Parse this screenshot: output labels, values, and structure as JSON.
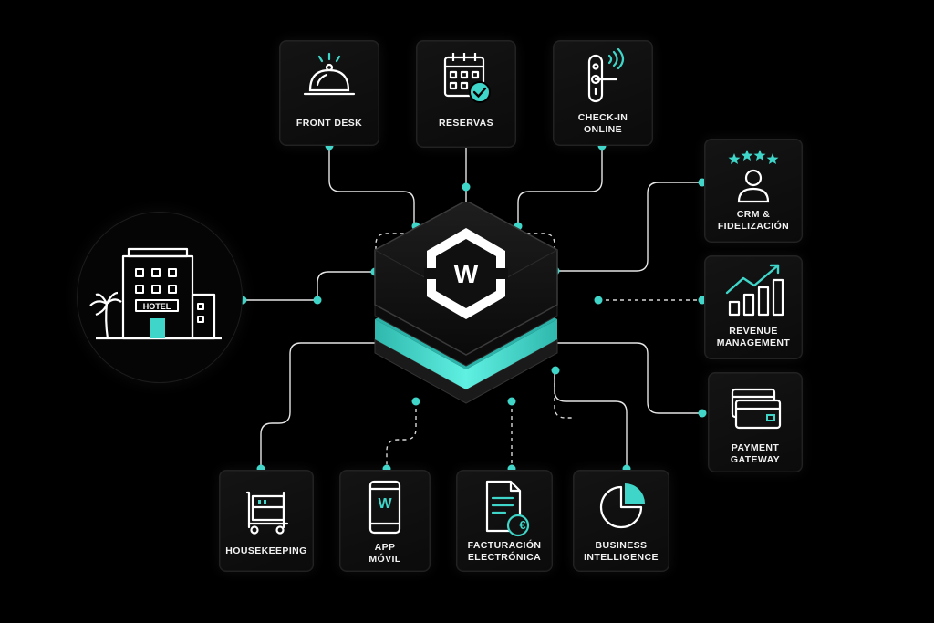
{
  "colors": {
    "accent": "#3fd6c9",
    "background": "#000000",
    "card": "#111111",
    "line": "#e6e6e6"
  },
  "hub": {
    "logo_letter": "W"
  },
  "hotel": {
    "sign": "HOTEL"
  },
  "modules": {
    "front_desk": {
      "lines": [
        "FRONT DESK"
      ],
      "icon": "service-bell-icon"
    },
    "reservas": {
      "lines": [
        "RESERVAS"
      ],
      "icon": "calendar-check-icon"
    },
    "checkin": {
      "lines": [
        "CHECK-IN",
        "ONLINE"
      ],
      "icon": "smart-lock-icon"
    },
    "crm": {
      "lines": [
        "CRM &",
        "FIDELIZACIÓN"
      ],
      "icon": "user-stars-icon"
    },
    "revenue": {
      "lines": [
        "REVENUE",
        "MANAGEMENT"
      ],
      "icon": "growth-chart-icon"
    },
    "payment": {
      "lines": [
        "PAYMENT",
        "GATEWAY"
      ],
      "icon": "credit-cards-icon"
    },
    "housekeeping": {
      "lines": [
        "HOUSEKEEPING"
      ],
      "icon": "cleaning-cart-icon"
    },
    "app": {
      "lines": [
        "APP",
        "MÓVIL"
      ],
      "icon": "smartphone-icon",
      "app_letter": "W"
    },
    "facturacion": {
      "lines": [
        "FACTURACIÓN",
        "ELECTRÓNICA"
      ],
      "icon": "invoice-euro-icon",
      "currency": "€"
    },
    "bi": {
      "lines": [
        "BUSINESS",
        "INTELLIGENCE"
      ],
      "icon": "pie-chart-icon"
    }
  }
}
